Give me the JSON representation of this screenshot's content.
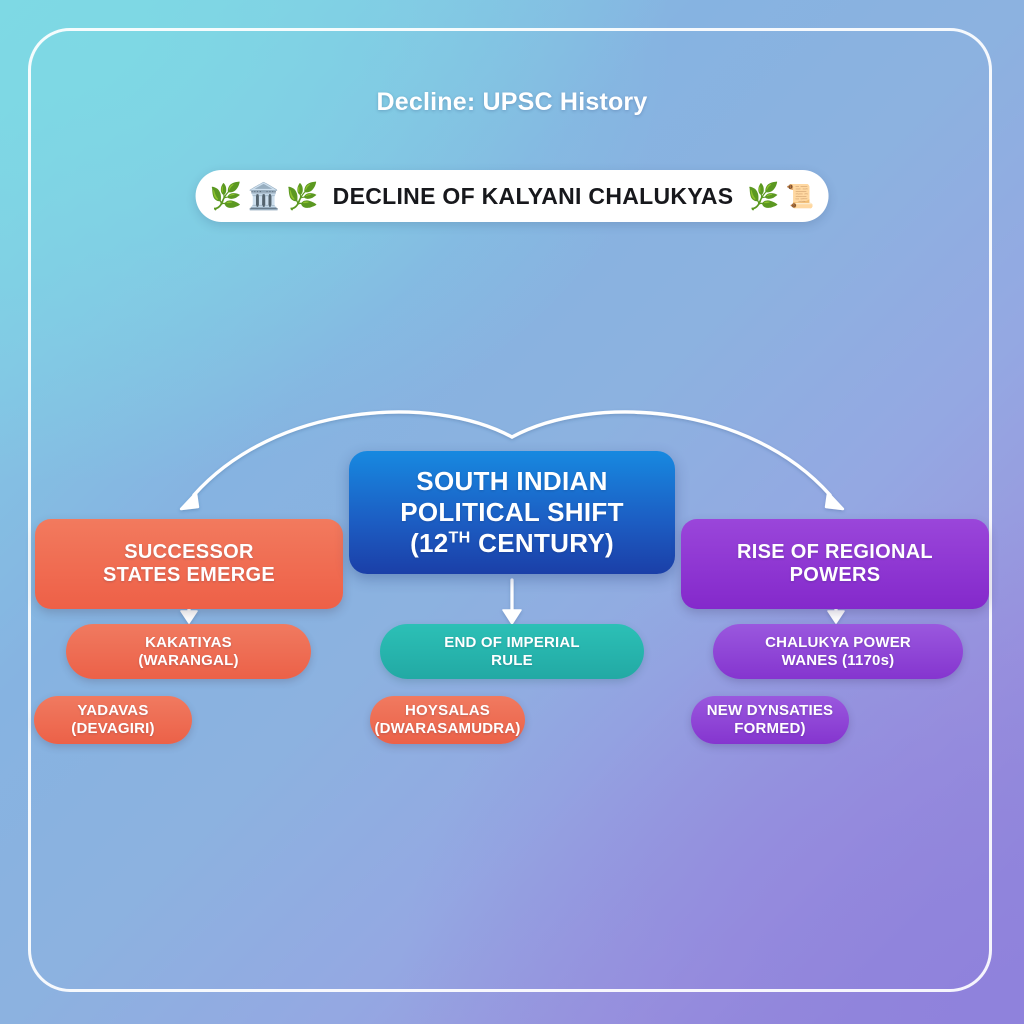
{
  "header": {
    "kicker": "Decline: UPSC History",
    "title": "DECLINE OF KALYANI CHALUKYAS",
    "icon_left_laurel": "herb-laurel-icon",
    "icon_left_building": "classical-building-icon",
    "icon_left_laurel2": "herb-laurel-icon",
    "icon_right_laurel": "herb-laurel-icon",
    "icon_right_scroll": "scroll-icon",
    "emoji_laurel": "🌿",
    "emoji_building": "🏛️",
    "emoji_scroll": "📜"
  },
  "nodes": {
    "center": {
      "line1": "SOUTH INDIAN",
      "line2": "POLITICAL SHIFT",
      "line3_pre": "(12",
      "line3_sup": "TH",
      "line3_post": " CENTURY)",
      "color": "#1c5fc4"
    },
    "left": {
      "line1": "SUCCESSOR",
      "line2": "STATES EMERGE",
      "color": "#ee6047"
    },
    "right": {
      "line1": "RISE OF REGIONAL",
      "line2": "POWERS",
      "color": "#8429cb"
    }
  },
  "pills": {
    "left_1": {
      "line1": "KAKATIYAS",
      "line2": "(WARANGAL)",
      "color": "#ec6148"
    },
    "left_2": {
      "line1": "YADAVAS",
      "line2": "(DEVAGIRI)",
      "color": "#ec6148"
    },
    "center_1": {
      "line1": "END OF IMPERIAL",
      "line2": "RULE",
      "color": "#22a9a4"
    },
    "center_2": {
      "line1": "HOYSALAS",
      "line2": "(DWARASAMUDRA)",
      "color": "#ec6148"
    },
    "right_1": {
      "line1": "CHALUKYA POWER",
      "line2": "WANES (1170s)",
      "color": "#8535cf"
    },
    "right_2": {
      "line1": "NEW DYNSATIES",
      "line2": "FORMED)",
      "color": "#8535cf"
    }
  },
  "connectors": {
    "arc_left": "curved-arrow-to-left-branch",
    "arc_right": "curved-arrow-to-right-branch",
    "down_left": "down-arrow-left-column",
    "down_center": "down-arrow-center-column",
    "down_right": "down-arrow-right-column"
  },
  "theme": {
    "background_start": "#7ed9e4",
    "background_mid": "#8cb2e0",
    "background_end": "#8f82dc",
    "frame_color": "#ffffff"
  }
}
